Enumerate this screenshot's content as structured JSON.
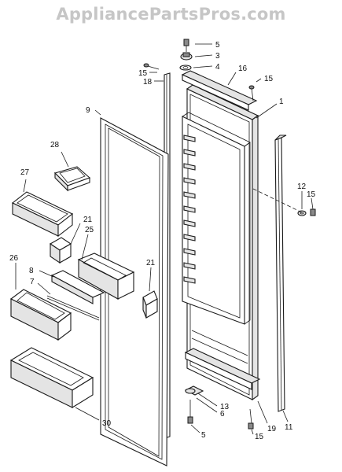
{
  "watermark": "AppliancePartsPros.com",
  "labels": {
    "l5_top": "5",
    "l3": "3",
    "l4": "4",
    "l15_a": "15",
    "l18": "18",
    "l16": "16",
    "l15_b": "15",
    "l1": "1",
    "l9": "9",
    "l28": "28",
    "l27": "27",
    "l21_a": "21",
    "l25": "25",
    "l26": "26",
    "l8": "8",
    "l7": "7",
    "l21_b": "21",
    "l12": "12",
    "l15_c": "15",
    "l13": "13",
    "l6": "6",
    "l5_bot": "5",
    "l15_d": "15",
    "l19": "19",
    "l11": "11",
    "l30": "30"
  }
}
